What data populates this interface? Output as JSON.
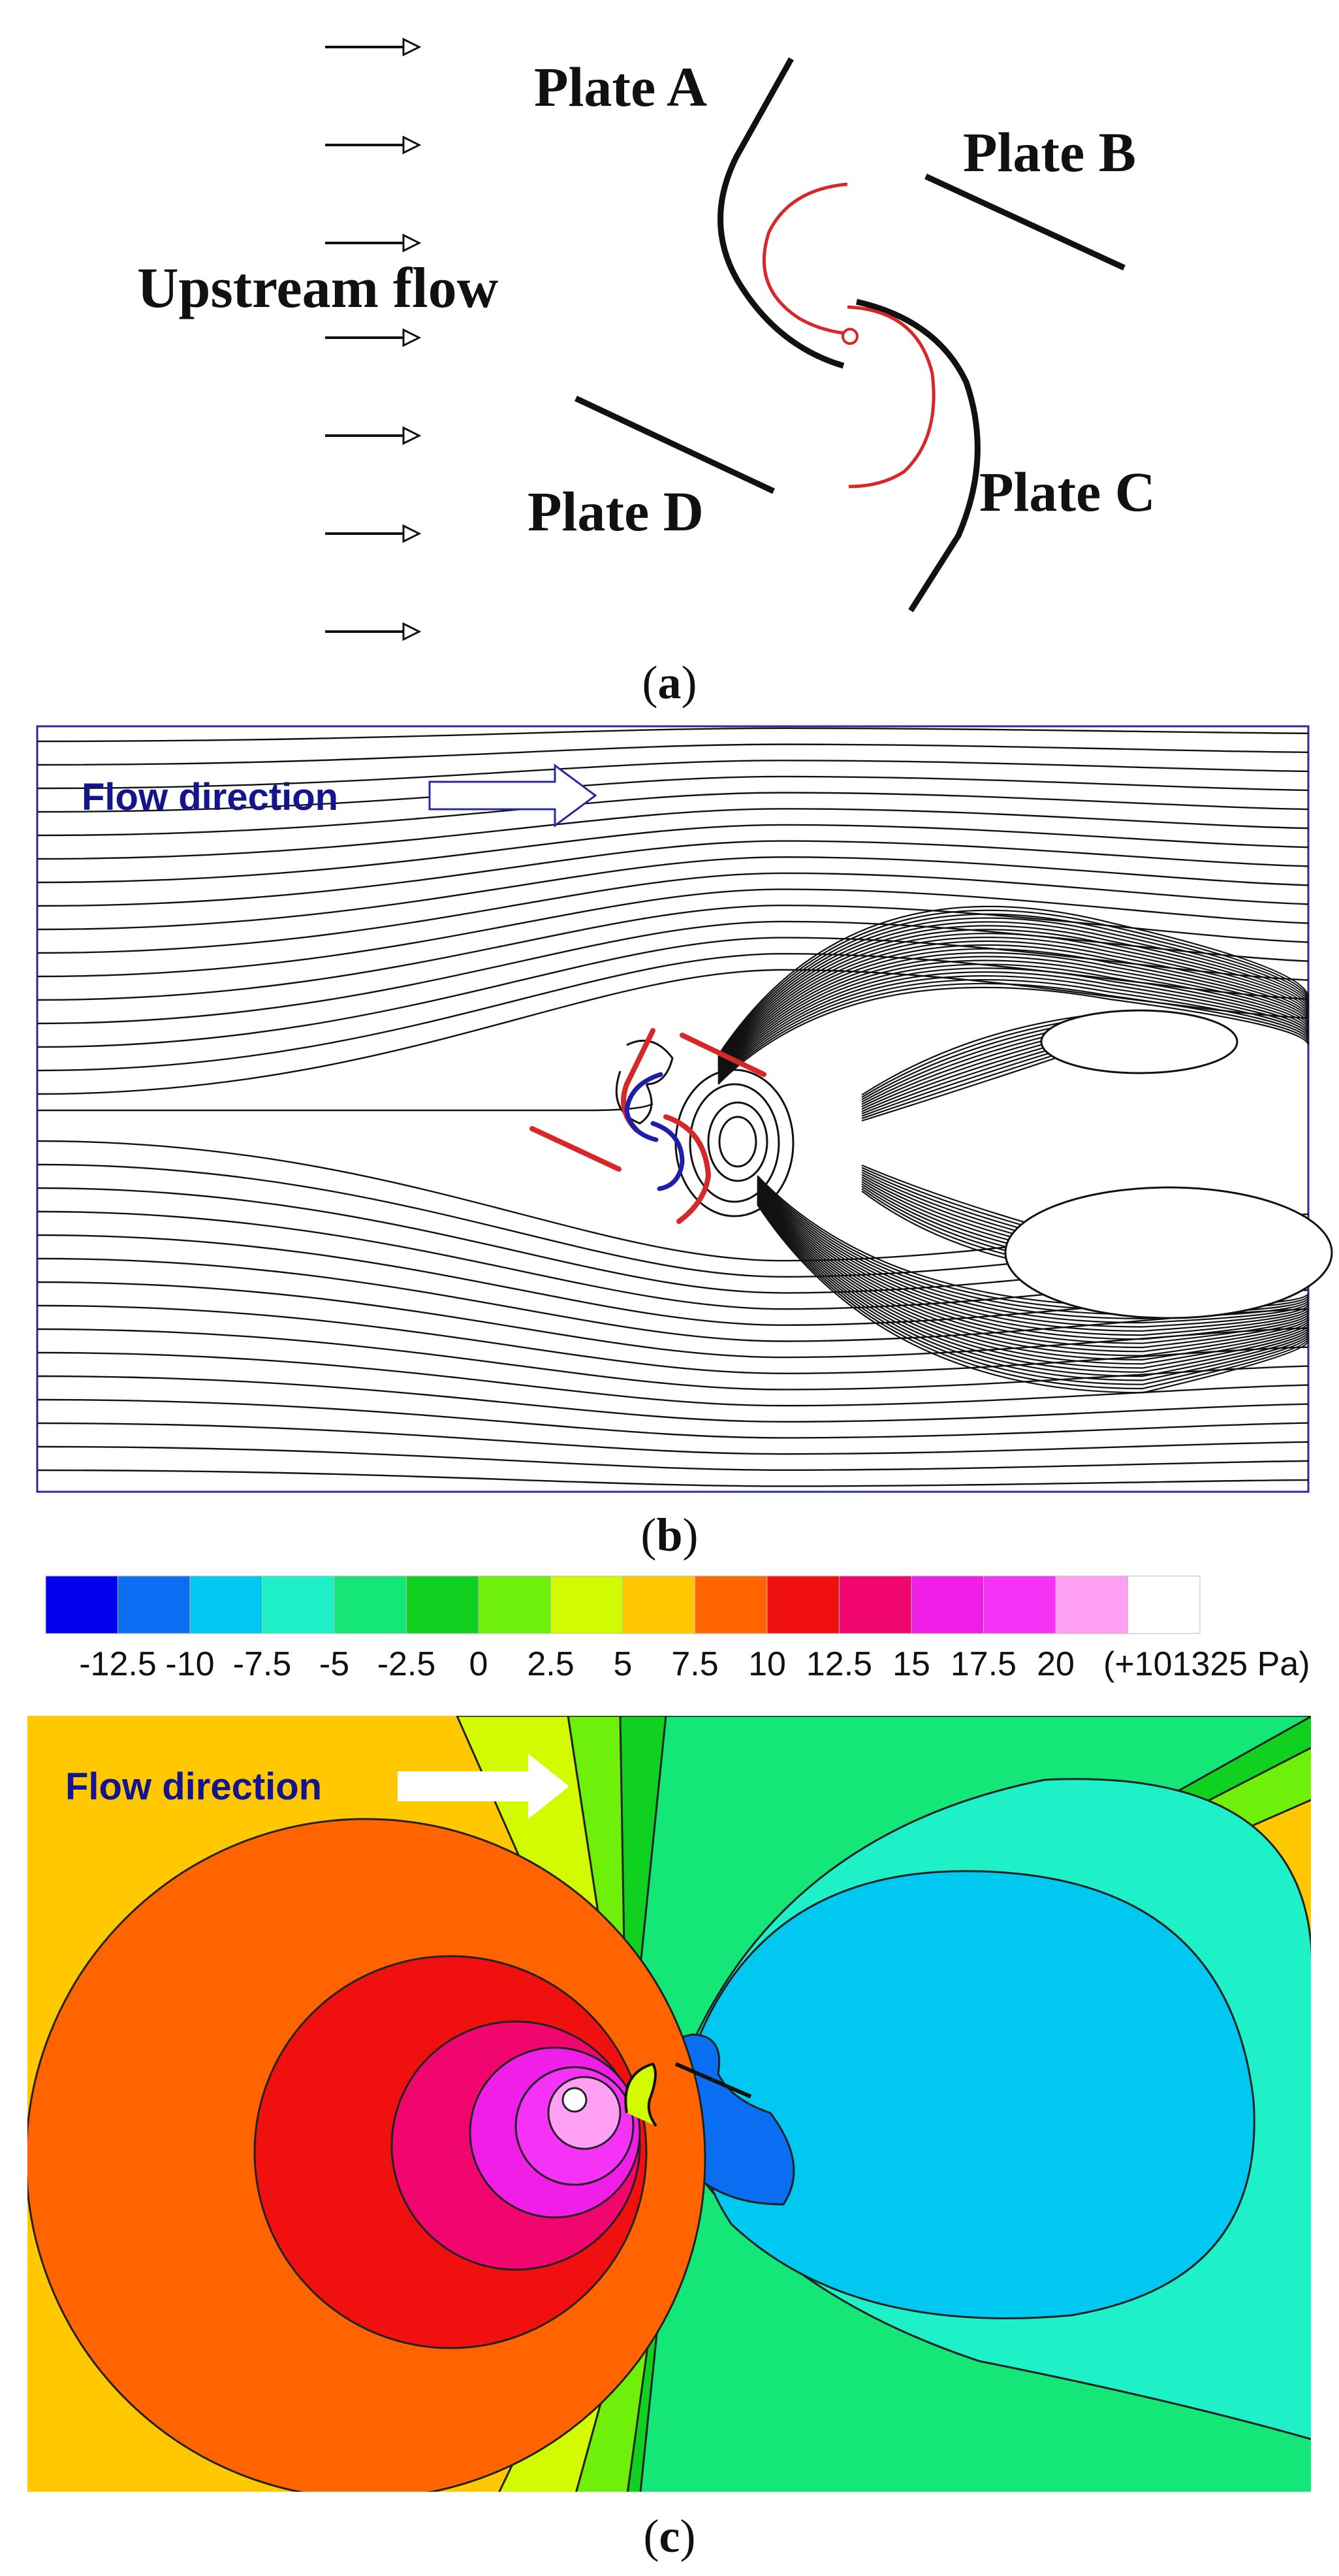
{
  "panel_a": {
    "labels": {
      "plate_a": "Plate A",
      "plate_b": "Plate B",
      "plate_c": "Plate C",
      "plate_d": "Plate D",
      "upstream_flow": "Upstream flow"
    },
    "caption_open": "(",
    "caption_letter": "a",
    "caption_close": ")"
  },
  "panel_b": {
    "flow_direction": "Flow direction",
    "caption_open": "(",
    "caption_letter": "b",
    "caption_close": ")"
  },
  "panel_c": {
    "flow_direction": "Flow direction",
    "caption_open": "(",
    "caption_letter": "c",
    "caption_close": ")",
    "legend": {
      "tick_labels": [
        "-12.5",
        "-10",
        "-7.5",
        "-5",
        "-2.5",
        "0",
        "2.5",
        "5",
        "7.5",
        "10",
        "12.5",
        "15",
        "17.5",
        "20"
      ],
      "unit_label": "(+101325 Pa)",
      "colors": [
        "#0000ee",
        "#0a6ef2",
        "#00c8f0",
        "#1ef0c8",
        "#14e678",
        "#10d020",
        "#6ef00a",
        "#d2fa00",
        "#ffc800",
        "#ff6400",
        "#f01010",
        "#f0066e",
        "#f01ee6",
        "#f532f5",
        "#ffa0f5",
        "#ffffff"
      ]
    }
  },
  "colors": {
    "plate_black": "#111111",
    "rotor_red": "#d62828",
    "rotor_blue": "#1e1eaa",
    "frame_blue": "#2828a0",
    "flow_label_navy": "#14148c"
  }
}
